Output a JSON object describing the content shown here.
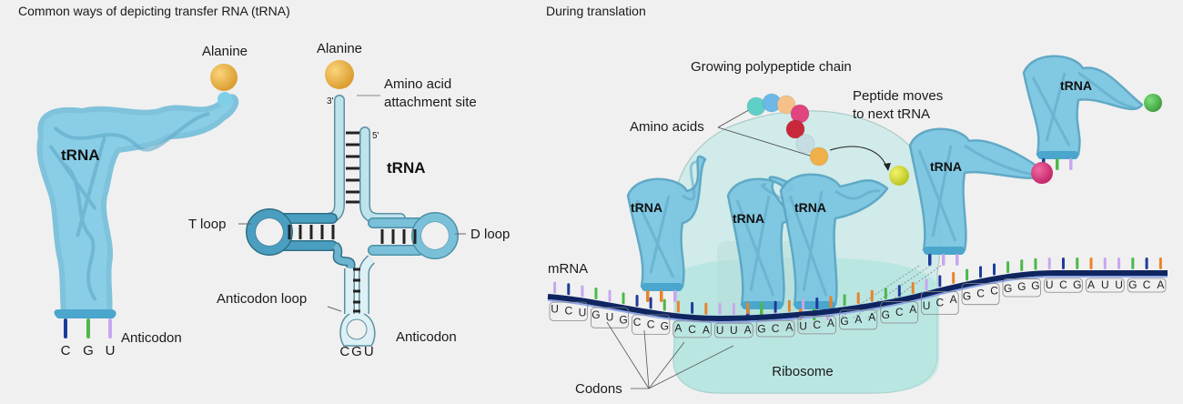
{
  "left_panel": {
    "title": "Common ways of depicting transfer RNA (tRNA)",
    "model_3d": {
      "amino_acid_label": "Alanine",
      "trna_label": "tRNA",
      "anticodon_label": "Anticodon",
      "anticodon_bases": [
        "C",
        "G",
        "U"
      ]
    },
    "cloverleaf": {
      "amino_acid_label": "Alanine",
      "attachment_label_line1": "Amino acid",
      "attachment_label_line2": "attachment site",
      "three_prime": "3'",
      "five_prime": "5'",
      "trna_label": "tRNA",
      "t_loop_label": "T loop",
      "d_loop_label": "D loop",
      "anticodon_loop_label": "Anticodon loop",
      "anticodon_label": "Anticodon",
      "anticodon_bases": "CGU"
    }
  },
  "right_panel": {
    "title": "During translation",
    "growing_chain_label": "Growing polypeptide chain",
    "amino_acids_label": "Amino acids",
    "peptide_moves_line1": "Peptide moves",
    "peptide_moves_line2": "to next tRNA",
    "trna_label": "tRNA",
    "mrna_label": "mRNA",
    "codons_label": "Codons",
    "ribosome_label": "Ribosome",
    "codons": [
      "UCU",
      "GUG",
      "CCG",
      "ACA",
      "UUA",
      "GCA",
      "UCA",
      "GAA",
      "GCA",
      "UCA",
      "GCC",
      "GGG",
      "UCG",
      "AUU",
      "GCA"
    ],
    "amino_acid_chain_colors": [
      "#5fd0c8",
      "#6cb8e8",
      "#f5c08a",
      "#e0457f",
      "#c8283a",
      "#c6dde3",
      "#f0b04a"
    ]
  },
  "colors": {
    "trna_body": "#7cc6e2",
    "trna_outline": "#5aa6c4",
    "alanine": "#eab24a",
    "base_A": "#e8832a",
    "base_C": "#1c3c9a",
    "base_G": "#4cb84a",
    "base_U": "#c7a7ee",
    "mrna_backbone": "#0f2560",
    "ribosome": "#bfe7e4"
  }
}
